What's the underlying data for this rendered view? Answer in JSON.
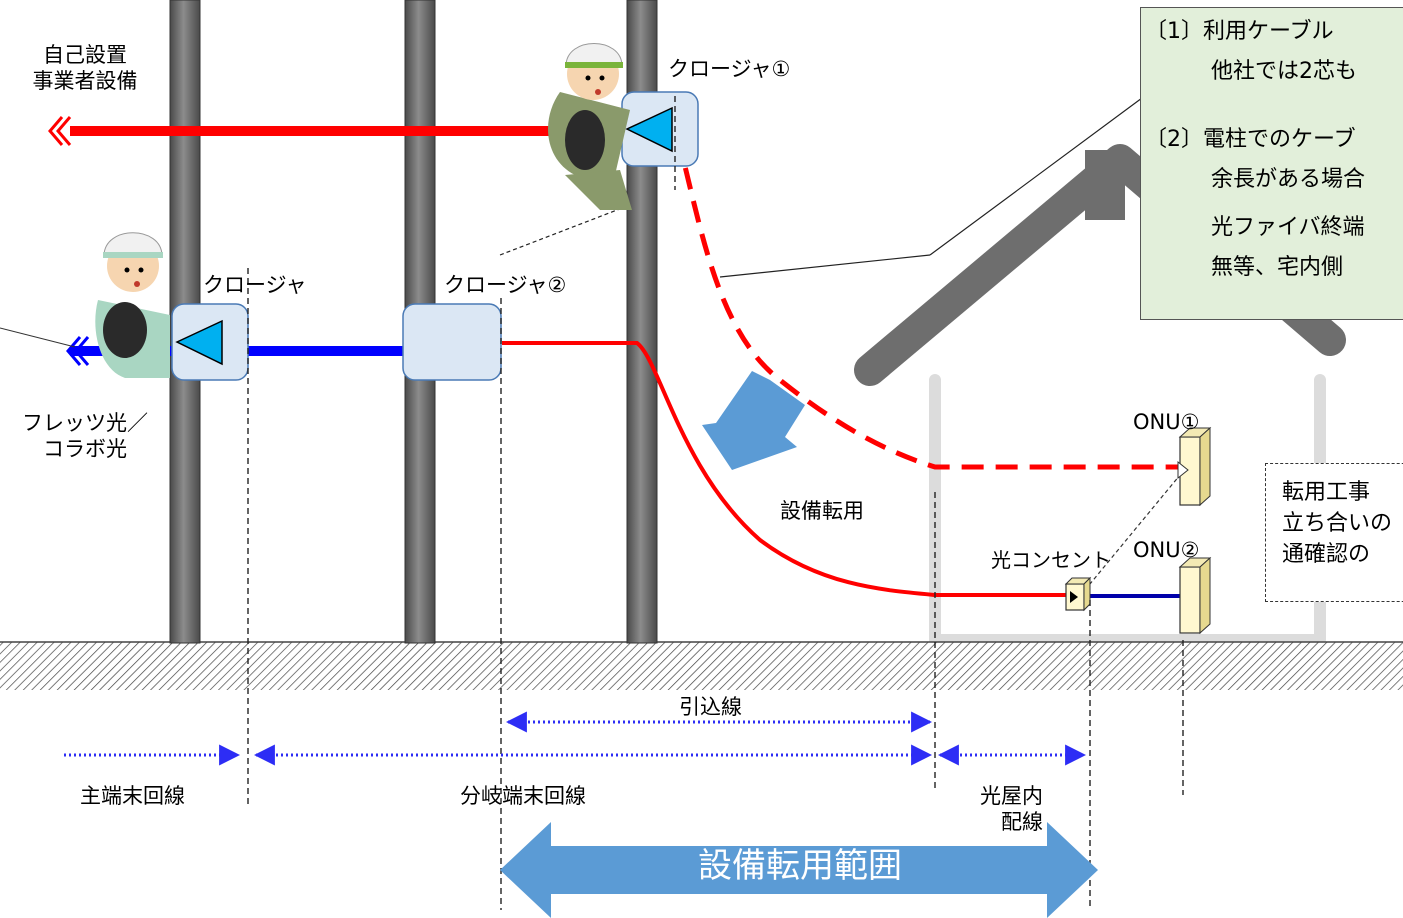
{
  "labels": {
    "self_equipment": [
      "自己設置",
      "事業者設備"
    ],
    "closure_1": "クロージャ①",
    "closure": "クロージャ",
    "closure_2": "クロージャ②",
    "flets": [
      "フレッツ光／",
      "コラボ光"
    ],
    "onu_1": "ONU①",
    "onu_2": "ONU②",
    "optical_outlet": "光コンセント",
    "equipment_reuse": "設備転用",
    "drop_line": "引込線",
    "main_terminal_line": "主端末回線",
    "branch_terminal_line": "分岐端末回線",
    "indoor_wiring": [
      "光屋内",
      "配線"
    ],
    "reuse_range": "設備転用範囲"
  },
  "note_box": {
    "item1_title": "〔1〕利用ケーブル",
    "item1_body": "他社では2芯も",
    "item2_title": "〔2〕電柱でのケーブ",
    "item2_line1": "余長がある場合",
    "item2_line2": "光ファイバ終端",
    "item2_line3": "無等、宅内側"
  },
  "work_box": {
    "lines": [
      "転用工事",
      "立ち合いの",
      "通確認の"
    ]
  },
  "colors": {
    "red_line": "#ff0000",
    "blue_line": "#0000ff",
    "arrow_blue": "#5b9bd5",
    "note_bg": "#e2efda",
    "pole": "#6b6b6b",
    "house": "#707070"
  }
}
